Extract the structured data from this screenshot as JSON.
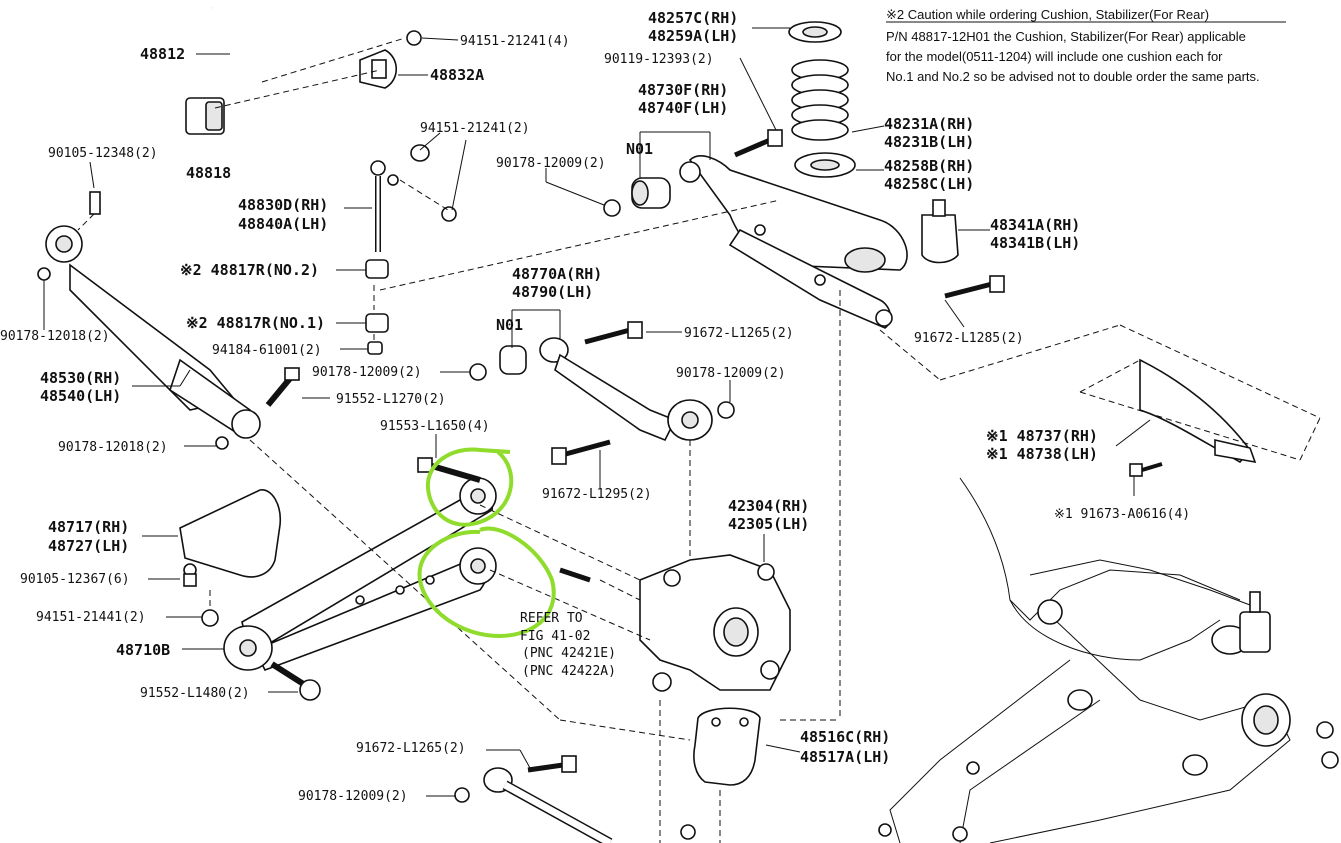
{
  "caution": {
    "title": "※2 Caution while ordering Cushion, Stabilizer(For Rear)",
    "lines": [
      "P/N 48817-12H01 the Cushion, Stabilizer(For Rear) applicable",
      "for the model(0511-1204) will include one cushion each for",
      "No.1 and No.2 so be advised not to double order the same parts."
    ]
  },
  "labels": {
    "p48812": "48812",
    "p94151_21241_top": "94151-21241(4)",
    "p48832a": "48832A",
    "p48818": "48818",
    "p94151_21241_mid": "94151-21241(2)",
    "p90105_12348": "90105-12348(2)",
    "p48830d": "48830D(RH)",
    "p48840a": "48840A(LH)",
    "p48817_no2": "※2 48817R(NO.2)",
    "p48817_no1": "※2 48817R(NO.1)",
    "p94184": "94184-61001(2)",
    "p90178_12018_top": "90178-12018(2)",
    "p48530": "48530(RH)",
    "p48540": "48540(LH)",
    "p90178_12018_bot": "90178-12018(2)",
    "p91553": "91553-L1650(4)",
    "p91552_l1270": "91552-L1270(2)",
    "p90178_12009_left": "90178-12009(2)",
    "p48717": "48717(RH)",
    "p48727": "48727(LH)",
    "p90105_12367": "90105-12367(6)",
    "p94151_21441": "94151-21441(2)",
    "p48710b": "48710B",
    "p91552_l1480": "91552-L1480(2)",
    "p48257c": "48257C(RH)",
    "p48259a": "48259A(LH)",
    "p90119_12393": "90119-12393(2)",
    "p48730f": "48730F(RH)",
    "p48740f": "48740F(LH)",
    "n01_top": "N01",
    "p90178_12009_top": "90178-12009(2)",
    "p48231a": "48231A(RH)",
    "p48231b": "48231B(LH)",
    "p48258b": "48258B(RH)",
    "p48258c": "48258C(LH)",
    "p48341a": "48341A(RH)",
    "p48341b": "48341B(LH)",
    "p91672_l1285": "91672-L1285(2)",
    "p48770a": "48770A(RH)",
    "p48790": "48790(LH)",
    "n01_mid": "N01",
    "p91672_l1265_top": "91672-L1265(2)",
    "p90178_12009_right": "90178-12009(2)",
    "p91672_l1295": "91672-L1295(2)",
    "p42304": "42304(RH)",
    "p42305": "42305(LH)",
    "refer1": "REFER TO",
    "refer2": "FIG 41-02",
    "refer3": "(PNC 42421E)",
    "refer4": "(PNC 42422A)",
    "p48516c": "48516C(RH)",
    "p48517a": "48517A(LH)",
    "p91672_l1265_bot": "91672-L1265(2)",
    "p90178_12009_bot": "90178-12009(2)",
    "p48737": "※1 48737(RH)",
    "p48738": "※1 48738(LH)",
    "p91673": "※1 91673-A0616(4)"
  },
  "colors": {
    "highlight": "#8fdc2c",
    "ink": "#111111"
  }
}
